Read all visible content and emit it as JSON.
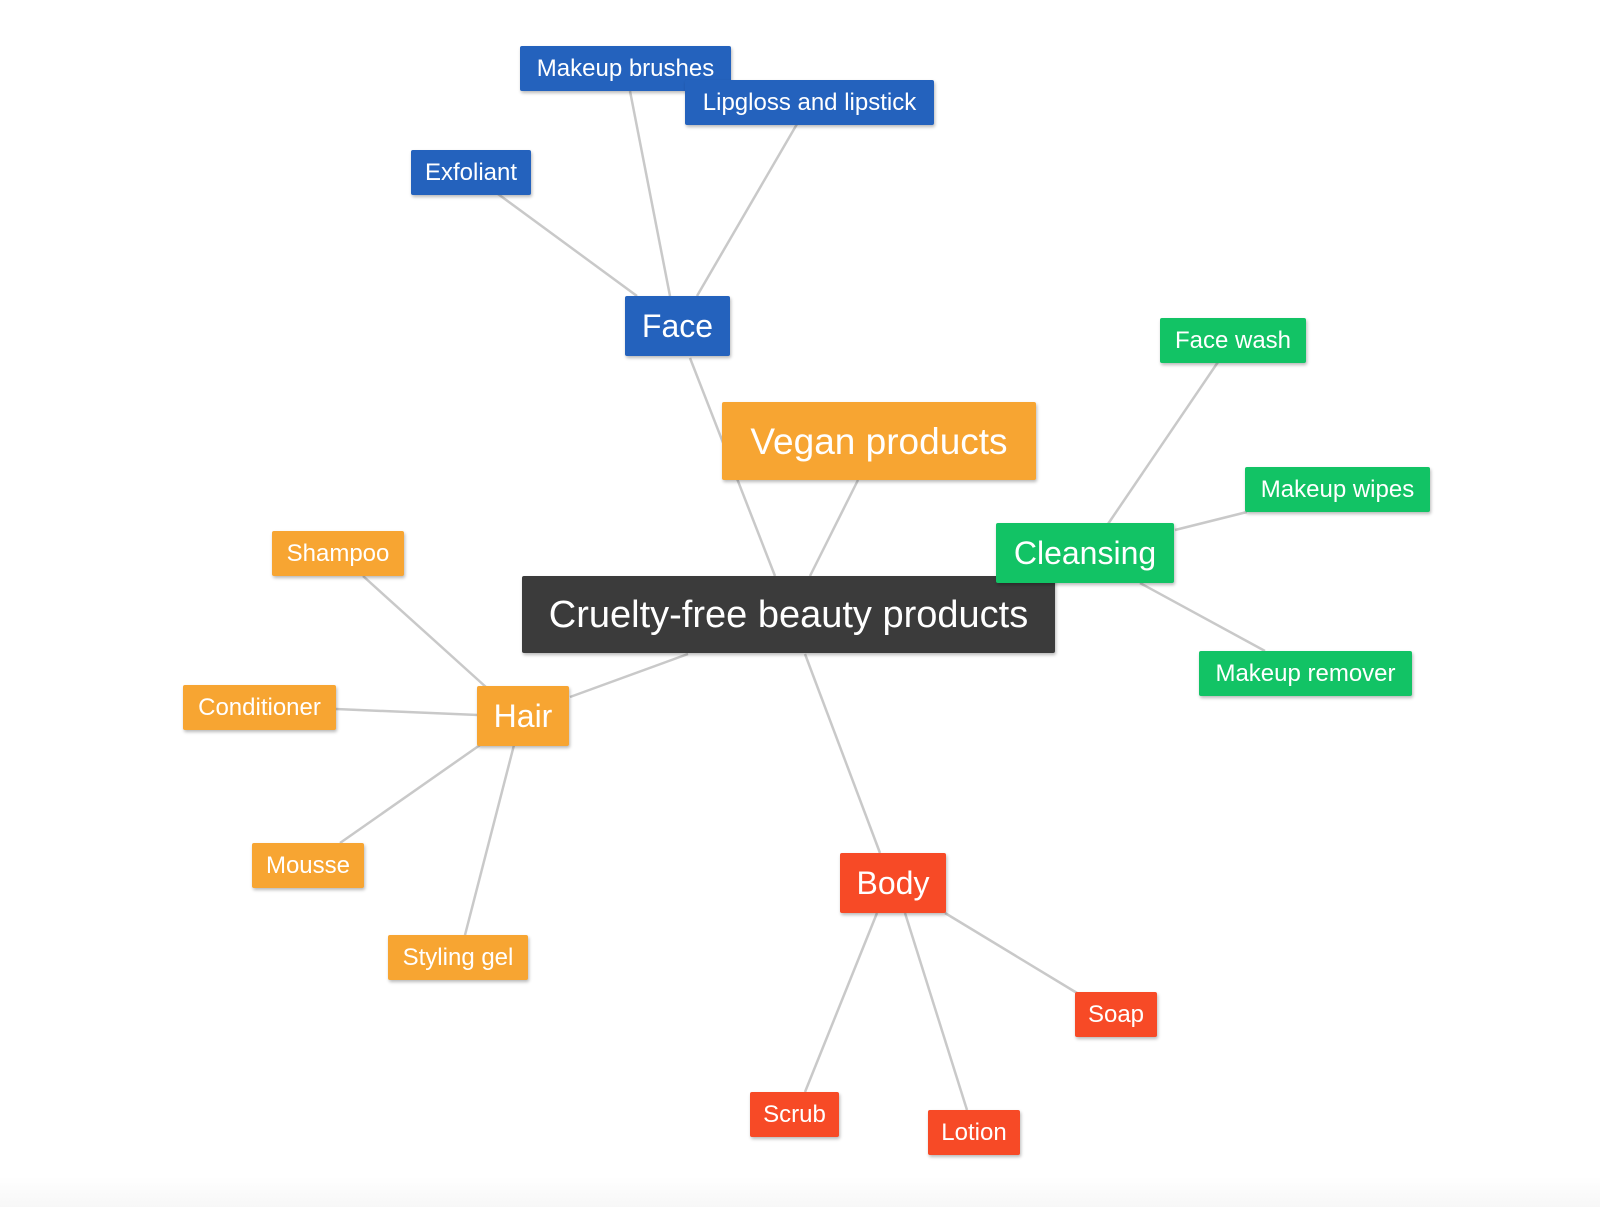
{
  "colors": {
    "root": "#3b3b3b",
    "face": "#2462bd",
    "vegan": "#f7a532",
    "cleansing": "#12c365",
    "hair": "#f7a532",
    "body": "#f74a26",
    "edge": "#c9c9c9"
  },
  "diagram": {
    "root": {
      "label": "Cruelty-free beauty products"
    },
    "vegan": {
      "label": "Vegan products"
    },
    "face": {
      "label": "Face",
      "children": [
        "Makeup brushes",
        "Lipgloss and lipstick",
        "Exfoliant"
      ]
    },
    "cleansing": {
      "label": "Cleansing",
      "children": [
        "Face wash",
        "Makeup wipes",
        "Makeup remover"
      ]
    },
    "hair": {
      "label": "Hair",
      "children": [
        "Shampoo",
        "Conditioner",
        "Mousse",
        "Styling gel"
      ]
    },
    "body": {
      "label": "Body",
      "children": [
        "Soap",
        "Lotion",
        "Scrub"
      ]
    }
  }
}
